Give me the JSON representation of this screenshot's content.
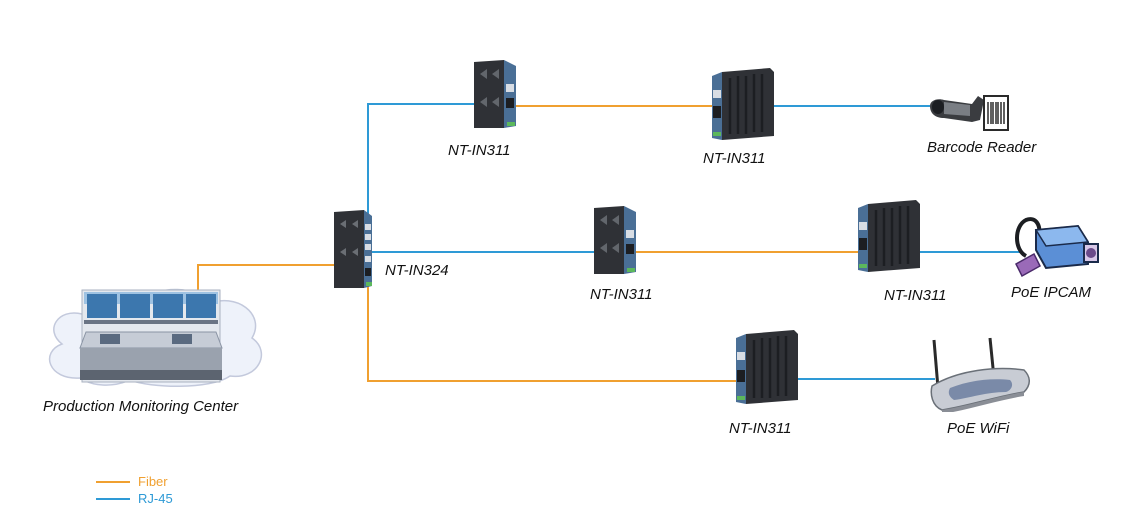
{
  "colors": {
    "fiber": "#f0a030",
    "rj45": "#2e9ad6",
    "device_body": "#2f3136",
    "device_face": "#4a6f96"
  },
  "nodes": {
    "center": {
      "label": "Production Monitoring Center",
      "icon": "control-room-icon"
    },
    "switch": {
      "label": "NT-IN324",
      "icon": "industrial-switch-icon"
    },
    "top_conv1": {
      "label": "NT-IN311",
      "icon": "media-converter-icon"
    },
    "top_conv2": {
      "label": "NT-IN311",
      "icon": "media-converter-icon"
    },
    "mid_conv1": {
      "label": "NT-IN311",
      "icon": "media-converter-icon"
    },
    "mid_conv2": {
      "label": "NT-IN311",
      "icon": "media-converter-icon"
    },
    "bot_conv": {
      "label": "NT-IN311",
      "icon": "media-converter-icon"
    },
    "barcode": {
      "label": "Barcode Reader",
      "icon": "barcode-scanner-icon"
    },
    "ipcam": {
      "label": "PoE IPCAM",
      "icon": "ip-camera-icon"
    },
    "wifi": {
      "label": "PoE WiFi",
      "icon": "wifi-router-icon"
    }
  },
  "legend": [
    {
      "label": "Fiber",
      "type": "fiber"
    },
    {
      "label": "RJ-45",
      "type": "rj45"
    }
  ]
}
